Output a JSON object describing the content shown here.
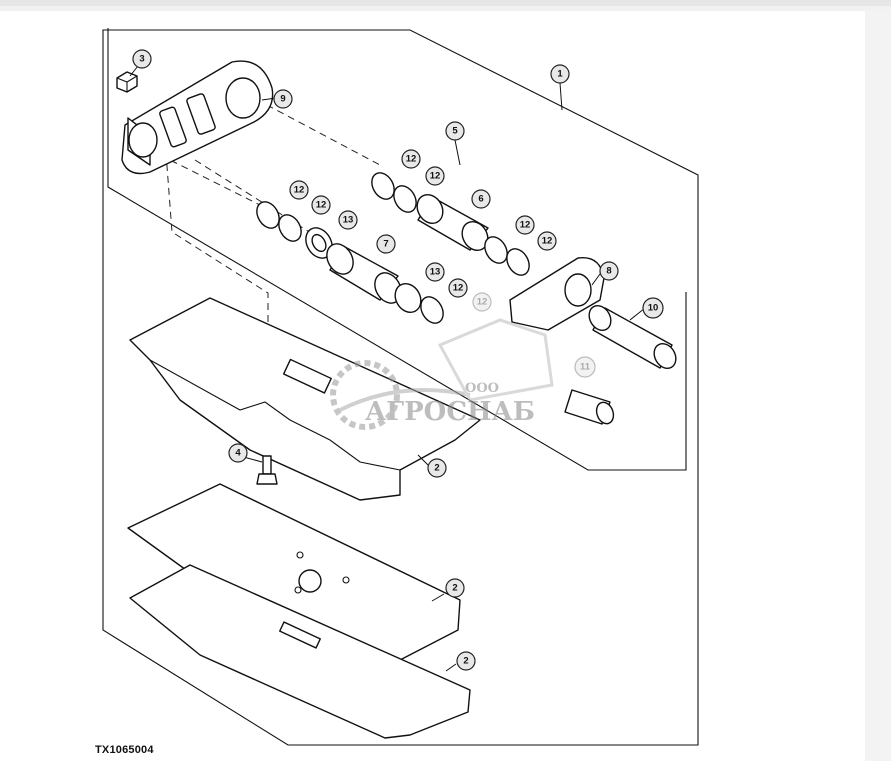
{
  "figure_id": "TX1065004",
  "watermark": {
    "line1": "ООО",
    "line2": "АГРОСНАБ"
  },
  "callouts": [
    {
      "id": "c1",
      "label": "1"
    },
    {
      "id": "c2a",
      "label": "2"
    },
    {
      "id": "c2b",
      "label": "2"
    },
    {
      "id": "c2c",
      "label": "2"
    },
    {
      "id": "c3",
      "label": "3"
    },
    {
      "id": "c4",
      "label": "4"
    },
    {
      "id": "c5",
      "label": "5"
    },
    {
      "id": "c6",
      "label": "6"
    },
    {
      "id": "c7",
      "label": "7"
    },
    {
      "id": "c8",
      "label": "8"
    },
    {
      "id": "c9",
      "label": "9"
    },
    {
      "id": "c10",
      "label": "10"
    },
    {
      "id": "c11",
      "label": "11"
    },
    {
      "id": "c12a",
      "label": "12"
    },
    {
      "id": "c12b",
      "label": "12"
    },
    {
      "id": "c12c",
      "label": "12"
    },
    {
      "id": "c12d",
      "label": "12"
    },
    {
      "id": "c12e",
      "label": "12"
    },
    {
      "id": "c12f",
      "label": "12"
    },
    {
      "id": "c12g",
      "label": "12"
    },
    {
      "id": "c12h",
      "label": "12"
    },
    {
      "id": "c13a",
      "label": "13"
    },
    {
      "id": "c13b",
      "label": "13"
    }
  ]
}
